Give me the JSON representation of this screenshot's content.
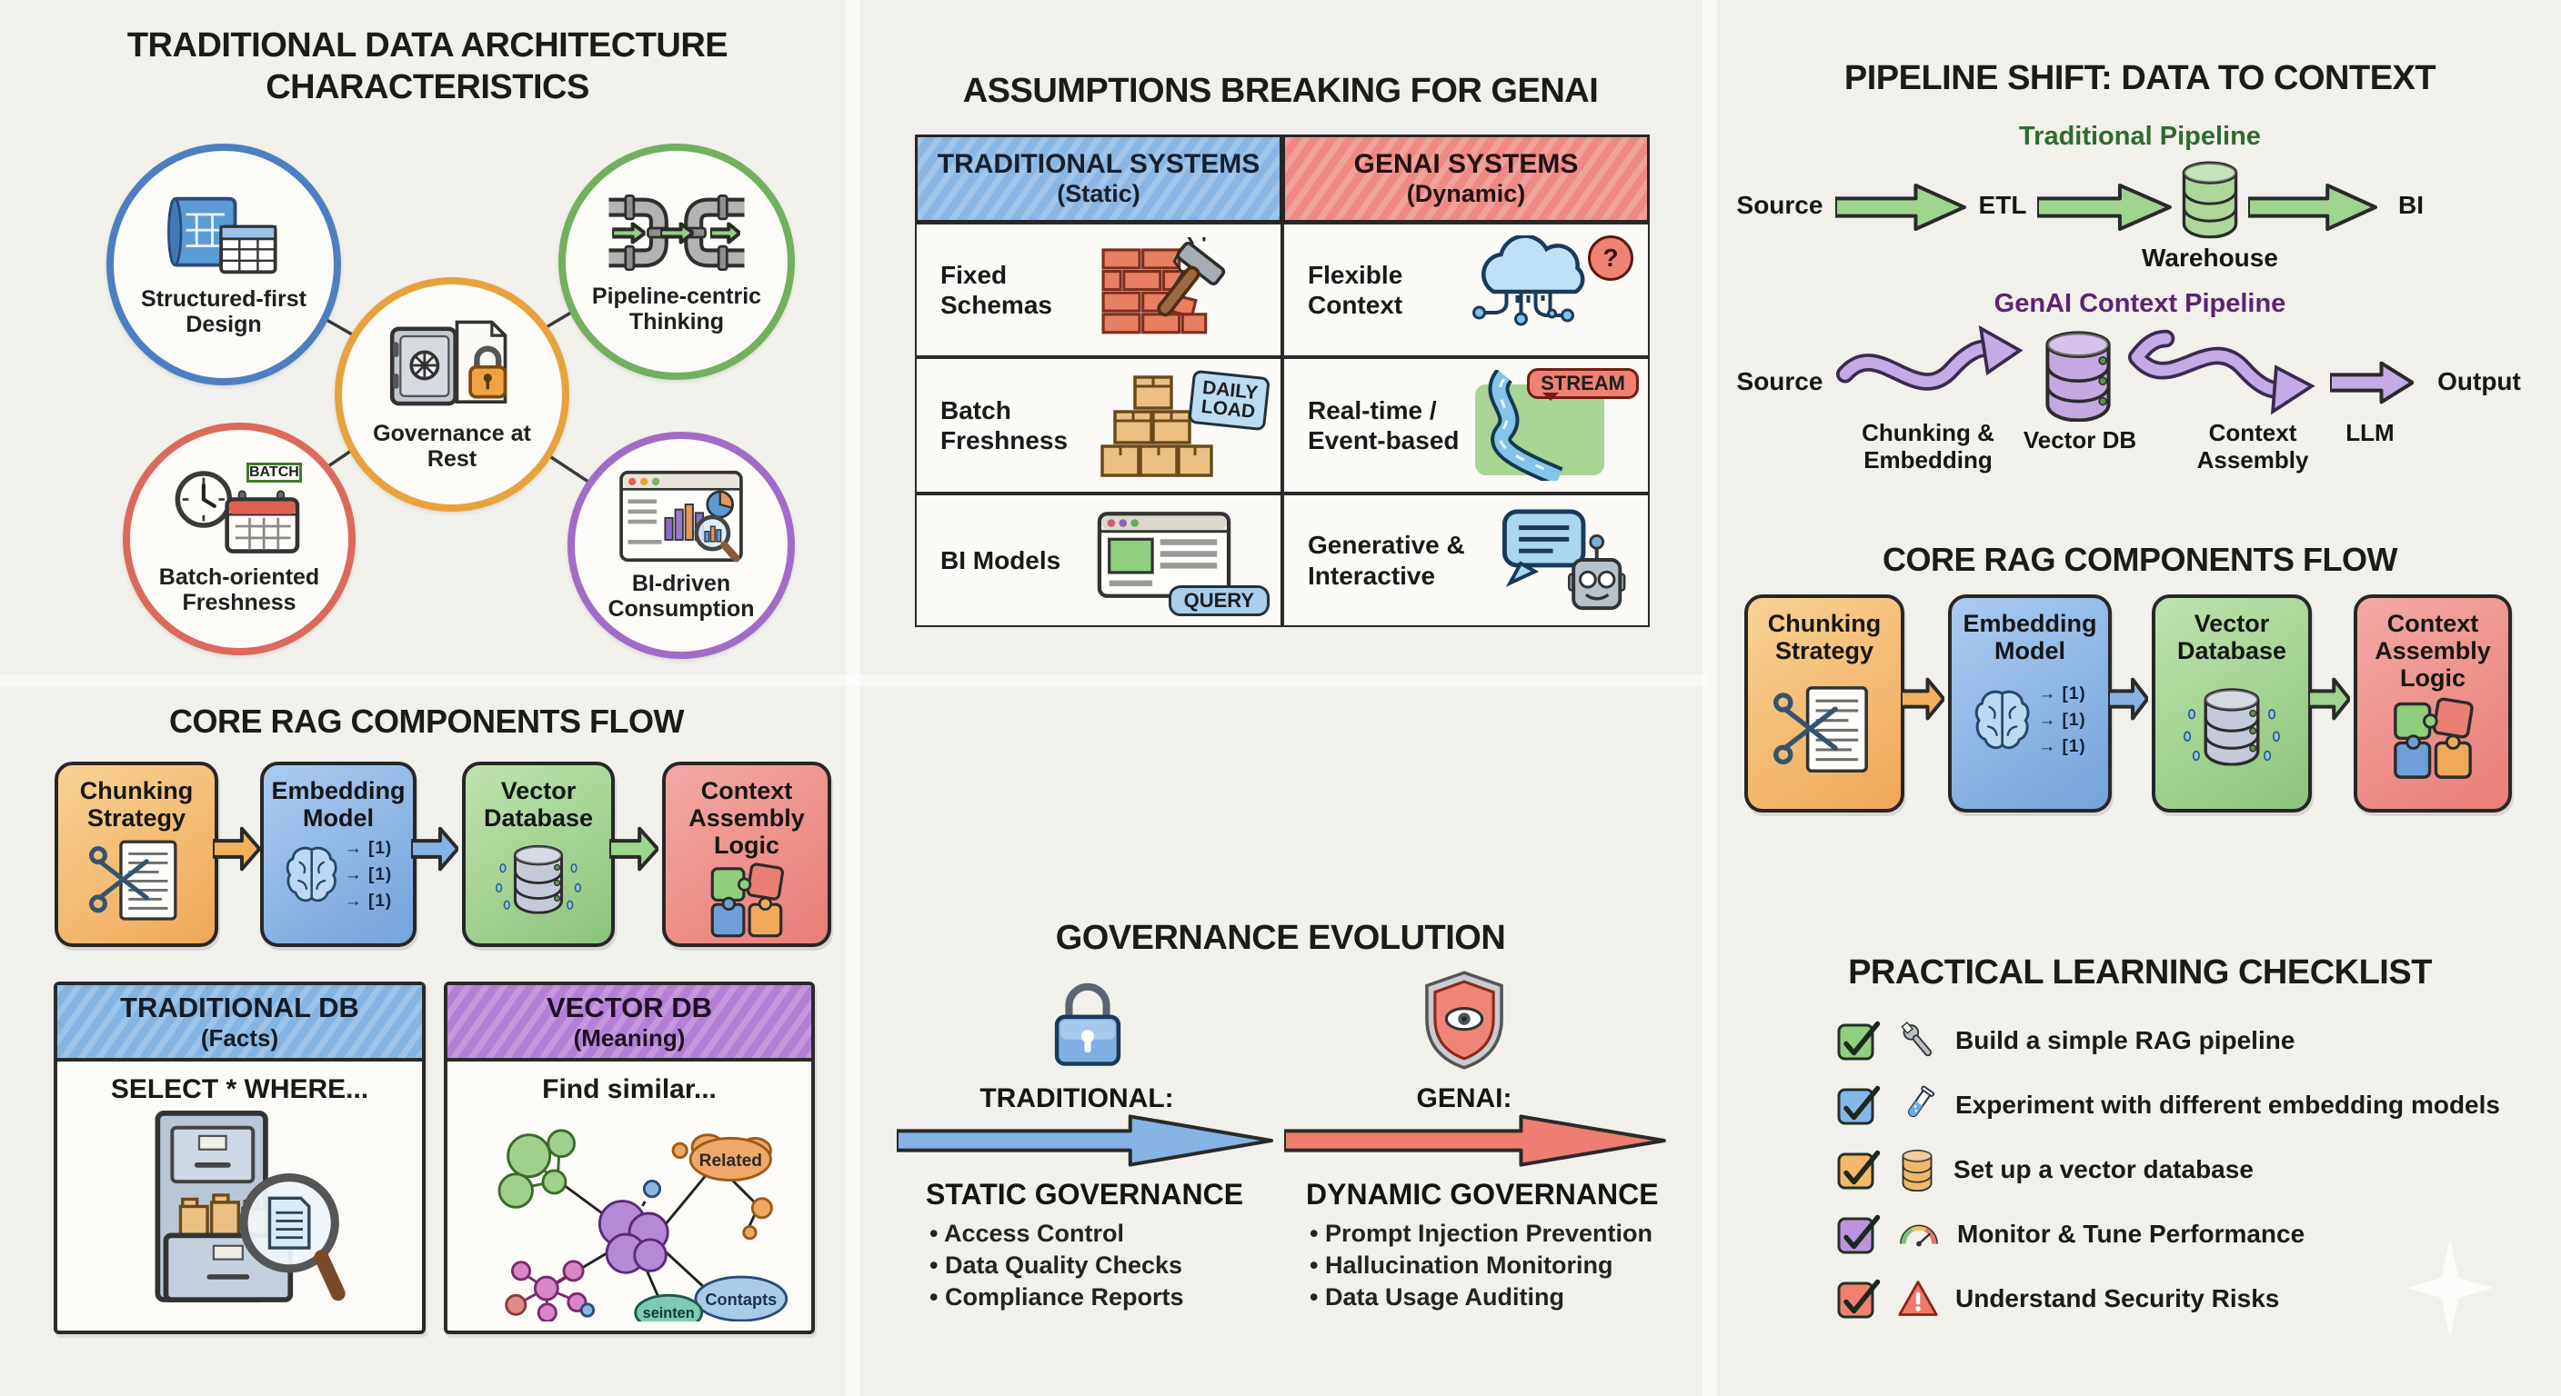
{
  "arch": {
    "title": "TRADITIONAL DATA ARCHITECTURE CHARACTERISTICS",
    "nodes": {
      "structured": "Structured-first Design",
      "pipeline": "Pipeline-centric Thinking",
      "governance": "Governance at Rest",
      "batch": "Batch-oriented Freshness",
      "bi": "BI-driven Consumption"
    },
    "batch_tag": "BATCH"
  },
  "assumptions": {
    "title": "ASSUMPTIONS BREAKING FOR GENAI",
    "columns": [
      {
        "title": "TRADITIONAL SYSTEMS",
        "subtitle": "(Static)"
      },
      {
        "title": "GENAI SYSTEMS",
        "subtitle": "(Dynamic)"
      }
    ],
    "rows": [
      {
        "left": "Fixed Schemas",
        "right": "Flexible Context",
        "right_badge": "?"
      },
      {
        "left": "Batch Freshness",
        "left_badge": [
          "DAILY",
          "LOAD"
        ],
        "right": "Real-time / Event-based",
        "right_badge": "STREAM"
      },
      {
        "left": "BI Models",
        "left_badge": "QUERY",
        "right": "Generative & Interactive"
      }
    ]
  },
  "pipeline_shift": {
    "title": "PIPELINE SHIFT: DATA TO CONTEXT",
    "traditional": {
      "heading": "Traditional Pipeline",
      "source": "Source",
      "etl": "ETL",
      "warehouse": "Warehouse",
      "bi": "BI"
    },
    "genai": {
      "heading": "GenAI Context Pipeline",
      "source": "Source",
      "chunking": "Chunking & Embedding",
      "vector_db": "Vector DB",
      "context_assembly": "Context Assembly",
      "llm": "LLM",
      "output": "Output"
    }
  },
  "rag_flow": {
    "title": "CORE RAG COMPONENTS FLOW",
    "cards": [
      {
        "label": "Chunking Strategy",
        "color": "#f2b05e"
      },
      {
        "label": "Embedding Model",
        "color": "#86b3e4"
      },
      {
        "label": "Vector Database",
        "color": "#9ccf8c"
      },
      {
        "label": "Context Assembly Logic",
        "color": "#ee8f8f"
      }
    ],
    "embedding_vectors": [
      "→ [1)",
      "→ [1)",
      "→ [1)"
    ]
  },
  "db_compare": {
    "traditional": {
      "title": "TRADITIONAL DB",
      "subtitle": "(Facts)",
      "query": "SELECT * WHERE..."
    },
    "vector": {
      "title": "VECTOR DB",
      "subtitle": "(Meaning)",
      "query": "Find similar...",
      "labels": {
        "related": "Related",
        "contapts": "Contapts",
        "seinten": "seinten"
      }
    }
  },
  "governance": {
    "title": "GOVERNANCE EVOLUTION",
    "traditional_label": "TRADITIONAL:",
    "genai_label": "GENAI:",
    "static": {
      "heading": "STATIC GOVERNANCE",
      "bullets": [
        "Access Control",
        "Data Quality Checks",
        "Compliance Reports"
      ]
    },
    "dynamic": {
      "heading": "DYNAMIC GOVERNANCE",
      "bullets": [
        "Prompt Injection Prevention",
        "Hallucination Monitoring",
        "Data Usage Auditing"
      ]
    }
  },
  "checklist": {
    "title": "PRACTICAL LEARNING CHECKLIST",
    "items": [
      {
        "icon": "wrench-icon",
        "check_color": "#8fd07e",
        "label": "Build a simple RAG pipeline"
      },
      {
        "icon": "test-tube-icon",
        "check_color": "#85b8ea",
        "label": "Experiment with different embedding models"
      },
      {
        "icon": "database-icon",
        "check_color": "#f5b868",
        "label": "Set up a vector database"
      },
      {
        "icon": "gauge-icon",
        "check_color": "#bb93e0",
        "label": "Monitor & Tune Performance"
      },
      {
        "icon": "warning-icon",
        "check_color": "#f08070",
        "label": "Understand Security Risks"
      }
    ]
  },
  "palette": {
    "paper": "#f1f0ea",
    "ink": "#1e1e1e",
    "ring_blue": "#4d7fc0",
    "ring_green": "#72b05e",
    "ring_orange": "#e8a23d",
    "ring_red": "#dc6a5c",
    "ring_purple": "#a16cc8",
    "arrow_green": "#9ed48e",
    "arrow_purple": "#c4aae6",
    "gov_blue": "#85b4e4",
    "gov_red": "#ee7d72"
  }
}
